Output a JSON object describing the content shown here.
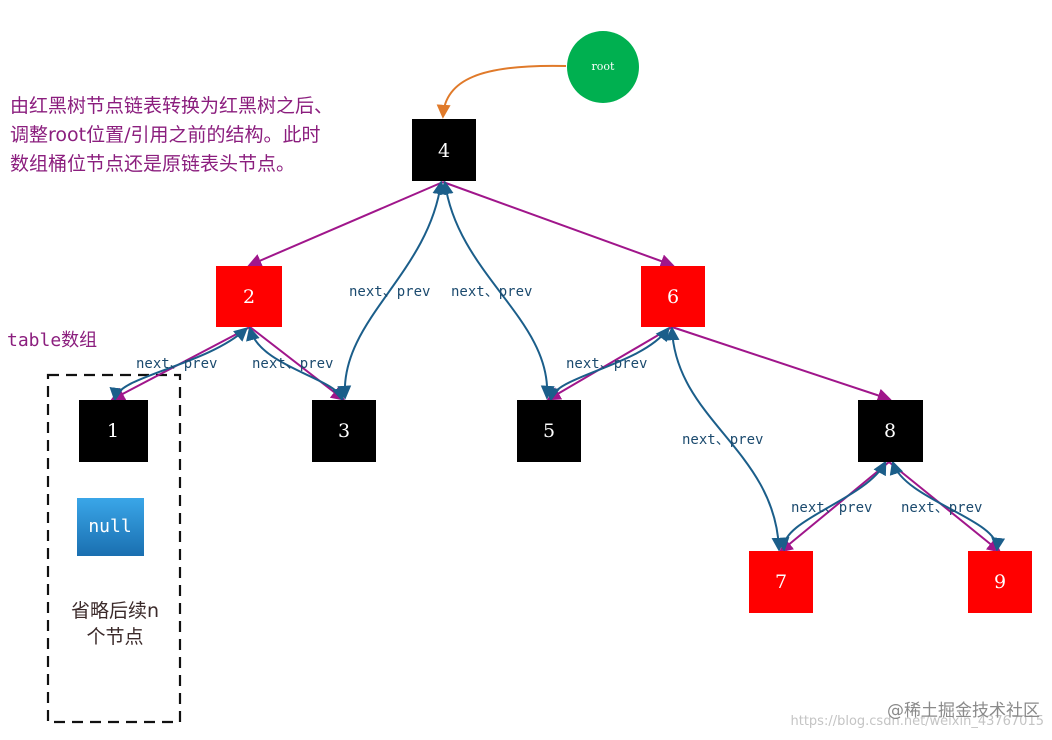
{
  "description": "由红黑树节点链表转换为红黑树之后、\n调整root位置/引用之前的结构。此时\n数组桶位节点还是原链表头节点。",
  "table_label": "table数组",
  "root_label": "root",
  "null_label": "null",
  "omitted_label": "省略后续n\n个节点",
  "edge_label": "next、prev",
  "watermark": "@稀土掘金技术社区",
  "url": "https://blog.csdn.net/weixin_43767015",
  "colors": {
    "black_node": "#000000",
    "red_node": "#ff0000",
    "root_circle": "#00b050",
    "null_box": "#1f8fd6",
    "tree_edge": "#a0168b",
    "list_edge": "#1b5e8a",
    "root_edge": "#e07a2a",
    "desc_text": "#8b1e7e"
  },
  "nodes": [
    {
      "id": "4",
      "label": "4",
      "color": "black"
    },
    {
      "id": "2",
      "label": "2",
      "color": "red"
    },
    {
      "id": "6",
      "label": "6",
      "color": "red"
    },
    {
      "id": "1",
      "label": "1",
      "color": "black"
    },
    {
      "id": "3",
      "label": "3",
      "color": "black"
    },
    {
      "id": "5",
      "label": "5",
      "color": "black"
    },
    {
      "id": "8",
      "label": "8",
      "color": "black"
    },
    {
      "id": "7",
      "label": "7",
      "color": "red"
    },
    {
      "id": "9",
      "label": "9",
      "color": "red"
    }
  ],
  "tree_edges": [
    {
      "from": "4",
      "to": "2"
    },
    {
      "from": "4",
      "to": "6"
    },
    {
      "from": "2",
      "to": "1"
    },
    {
      "from": "2",
      "to": "3"
    },
    {
      "from": "6",
      "to": "5"
    },
    {
      "from": "6",
      "to": "8"
    },
    {
      "from": "8",
      "to": "7"
    },
    {
      "from": "8",
      "to": "9"
    }
  ],
  "list_edges": [
    {
      "from": "1",
      "to": "2",
      "labeled": true
    },
    {
      "from": "3",
      "to": "2",
      "labeled": true
    },
    {
      "from": "3",
      "to": "4",
      "labeled": true
    },
    {
      "from": "5",
      "to": "4",
      "labeled": true
    },
    {
      "from": "5",
      "to": "6",
      "labeled": true
    },
    {
      "from": "7",
      "to": "6",
      "labeled": true
    },
    {
      "from": "7",
      "to": "8",
      "labeled": true
    },
    {
      "from": "9",
      "to": "8",
      "labeled": true
    }
  ]
}
